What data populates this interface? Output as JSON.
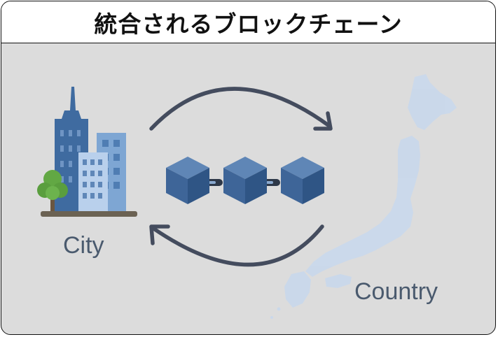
{
  "title": "統合されるブロックチェーン",
  "labels": {
    "city": "City",
    "country": "Country"
  },
  "icons": {
    "city": "city-buildings-icon",
    "blockchain": "blockchain-cubes-icon",
    "country": "japan-map-icon",
    "arrow_top": "curved-arrow-right-icon",
    "arrow_bottom": "curved-arrow-left-icon"
  },
  "colors": {
    "background": "#dcdcdc",
    "block": "#4a74a4",
    "arrow": "#444c5e",
    "map": "#c9d8ec",
    "text": "#4a5a6e"
  }
}
